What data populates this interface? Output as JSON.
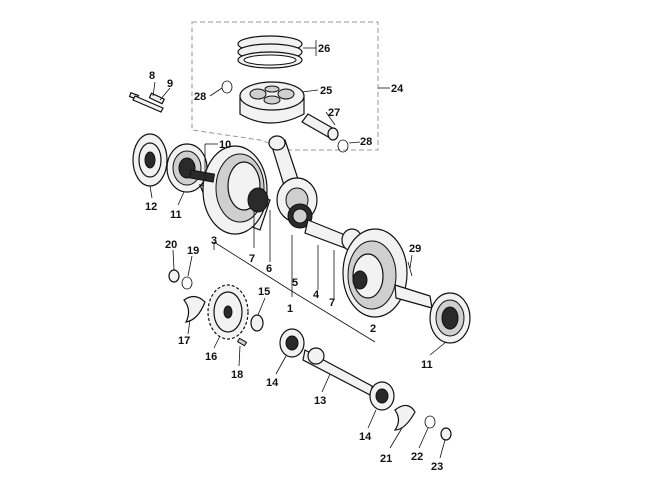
{
  "labels": {
    "l1": "1",
    "l2": "2",
    "l3": "3",
    "l4": "4",
    "l5": "5",
    "l6": "6",
    "l7a": "7",
    "l7b": "7",
    "l8": "8",
    "l9": "9",
    "l10": "10",
    "l11a": "11",
    "l11b": "11",
    "l12": "12",
    "l13": "13",
    "l14a": "14",
    "l14b": "14",
    "l15": "15",
    "l16": "16",
    "l17": "17",
    "l18": "18",
    "l19": "19",
    "l20": "20",
    "l21": "21",
    "l22": "22",
    "l23": "23",
    "l24": "24",
    "l25": "25",
    "l26": "26",
    "l27": "27",
    "l28a": "28",
    "l28b": "28",
    "l29": "29"
  },
  "colors": {
    "line": "#111111",
    "dashed_box": "#999999",
    "background": "#ffffff"
  }
}
